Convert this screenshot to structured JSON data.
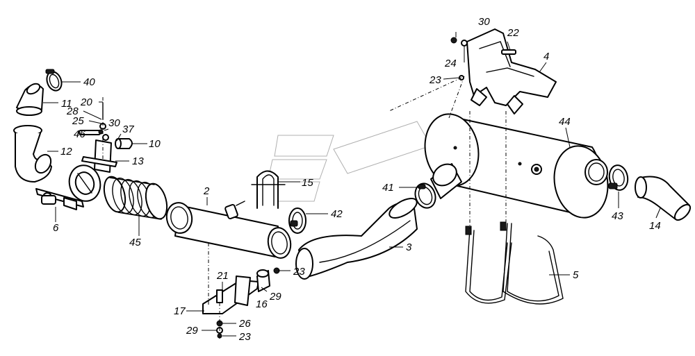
{
  "diagram": {
    "labels": {
      "p2": "2",
      "p3": "3",
      "p4": "4",
      "p5": "5",
      "p6": "6",
      "p10": "10",
      "p11": "11",
      "p12": "12",
      "p13": "13",
      "p14": "14",
      "p15": "15",
      "p16": "16",
      "p17": "17",
      "p20": "20",
      "p21": "21",
      "p22": "22",
      "p23a": "23",
      "p23b": "23",
      "p23c": "23",
      "p24": "24",
      "p25": "25",
      "p26": "26",
      "p28": "28",
      "p29a": "29",
      "p29b": "29",
      "p30a": "30",
      "p30b": "30",
      "p37": "37",
      "p40": "40",
      "p41": "41",
      "p42": "42",
      "p43": "43",
      "p44": "44",
      "p45": "45",
      "p46": "46"
    }
  }
}
